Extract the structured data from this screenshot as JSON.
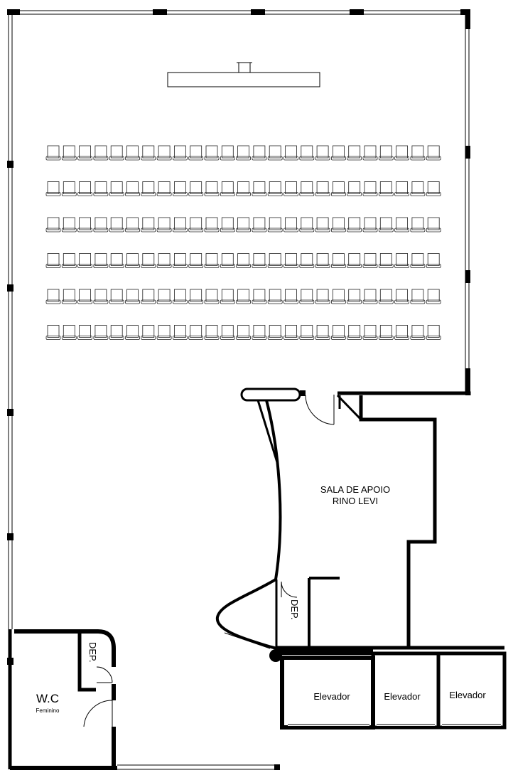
{
  "labels": {
    "support_room_line1": "SALA DE APOIO",
    "support_room_line2": "RINO LEVI",
    "storage_right": "DEP.",
    "storage_left": "DEP.",
    "wc": "W.C",
    "wc_sub": "Feminino",
    "elevator_1": "Elevador",
    "elevator_2": "Elevador",
    "elevator_3": "Elevador"
  },
  "seating": {
    "rows": 6,
    "seats_per_row": 25
  },
  "colors": {
    "wall": "#000000",
    "line": "#222222",
    "background": "#ffffff"
  }
}
